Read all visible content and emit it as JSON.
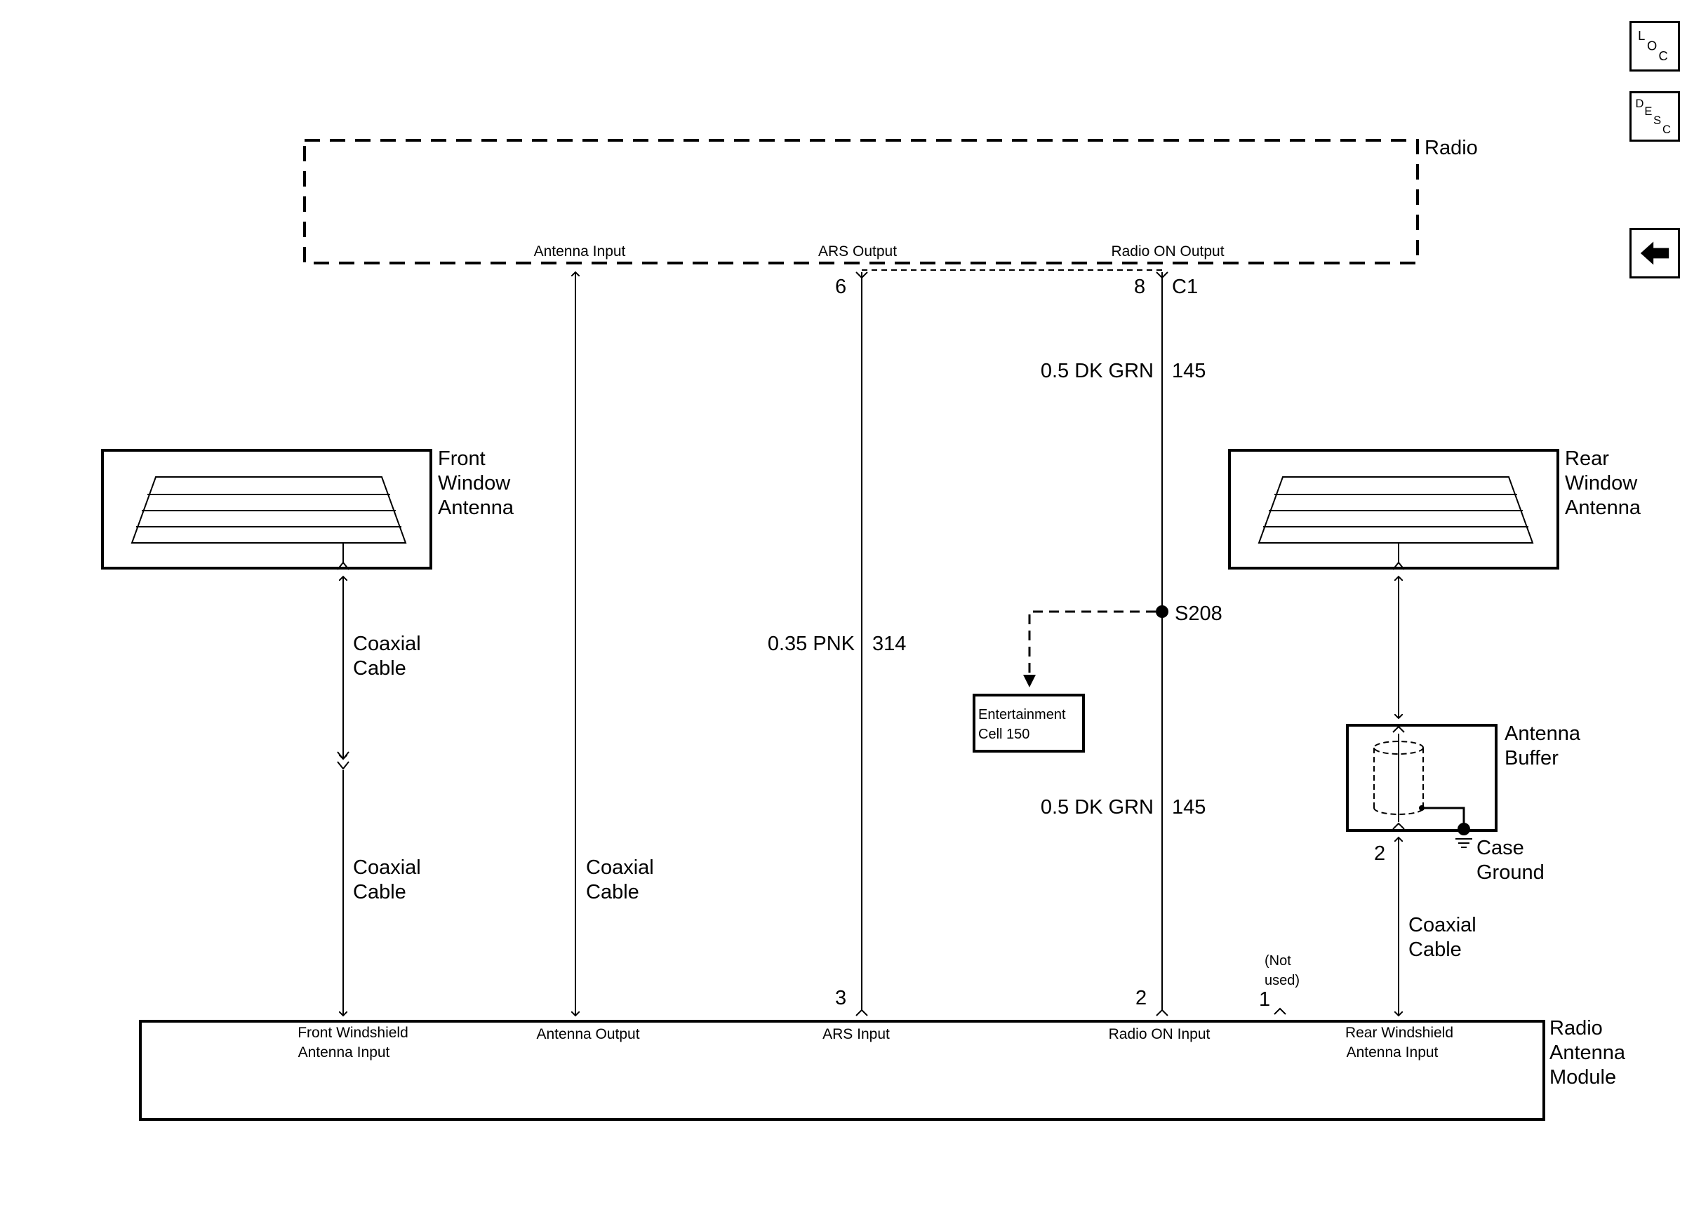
{
  "nav": {
    "loc_icon": "loc-icon",
    "desc_icon": "desc-icon",
    "back_icon": "back-arrow-icon"
  },
  "radio": {
    "title": "Radio",
    "antenna_input": "Antenna Input",
    "ars_output": "ARS Output",
    "radio_on_output": "Radio ON Output",
    "connector": "C1",
    "pin_ars": "6",
    "pin_on": "8"
  },
  "wires": {
    "pnk_size_color": "0.35 PNK",
    "pnk_circuit": "314",
    "grn_size_color": "0.5 DK GRN",
    "grn_circuit": "145",
    "grn_size_color_lower": "0.5 DK GRN",
    "grn_circuit_lower": "145",
    "splice": "S208"
  },
  "front_antenna": {
    "line1": "Front",
    "line2": "Window",
    "line3": "Antenna"
  },
  "rear_antenna": {
    "line1": "Rear",
    "line2": "Window",
    "line3": "Antenna"
  },
  "coax": {
    "front_upper_1": "Coaxial",
    "front_upper_2": "Cable",
    "front_lower_1": "Coaxial",
    "front_lower_2": "Cable",
    "antenna_1": "Coaxial",
    "antenna_2": "Cable",
    "rear_1": "Coaxial",
    "rear_2": "Cable"
  },
  "entertainment": {
    "line1": "Entertainment",
    "line2": "Cell 150"
  },
  "buffer": {
    "line1": "Antenna",
    "line2": "Buffer",
    "ground1": "Case",
    "ground2": "Ground",
    "pin": "2"
  },
  "module": {
    "line1": "Radio",
    "line2": "Antenna",
    "line3": "Module",
    "front_input_1": "Front Windshield",
    "front_input_2": "Antenna Input",
    "antenna_output": "Antenna Output",
    "ars_input": "ARS Input",
    "radio_on_input": "Radio ON Input",
    "rear_input_1": "Rear Windshield",
    "rear_input_2": "Antenna Input",
    "pin_ars": "3",
    "pin_on": "2",
    "pin_unused": "1",
    "not_used_1": "(Not",
    "not_used_2": "used)"
  }
}
